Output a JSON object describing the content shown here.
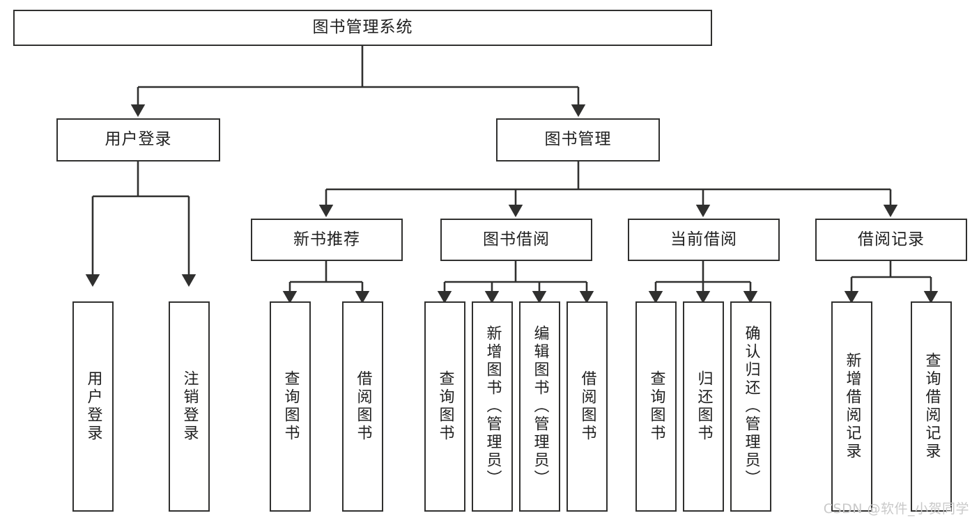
{
  "diagram": {
    "title": "图书管理系统",
    "type": "tree-hierarchy-diagram",
    "root": {
      "label": "图书管理系统"
    },
    "level2": [
      {
        "id": "user-login",
        "label": "用户登录"
      },
      {
        "id": "book-management",
        "label": "图书管理"
      }
    ],
    "level3": [
      {
        "id": "new-book-recommend",
        "label": "新书推荐",
        "parent": "book-management"
      },
      {
        "id": "book-borrow",
        "label": "图书借阅",
        "parent": "book-management"
      },
      {
        "id": "current-borrow",
        "label": "当前借阅",
        "parent": "book-management"
      },
      {
        "id": "borrow-record",
        "label": "借阅记录",
        "parent": "book-management"
      }
    ],
    "leaves": [
      {
        "id": "leaf-user-login",
        "label": "用户登录",
        "parent": "user-login"
      },
      {
        "id": "leaf-logout-login",
        "label": "注销登录",
        "parent": "user-login"
      },
      {
        "id": "leaf-query-book-1",
        "label": "查询图书",
        "parent": "new-book-recommend"
      },
      {
        "id": "leaf-borrow-book-1",
        "label": "借阅图书",
        "parent": "new-book-recommend"
      },
      {
        "id": "leaf-query-book-2",
        "label": "查询图书",
        "parent": "book-borrow"
      },
      {
        "id": "leaf-add-book",
        "label": "新增图书（管理员）",
        "parent": "book-borrow"
      },
      {
        "id": "leaf-edit-book",
        "label": "编辑图书（管理员）",
        "parent": "book-borrow"
      },
      {
        "id": "leaf-borrow-book-2",
        "label": "借阅图书",
        "parent": "book-borrow"
      },
      {
        "id": "leaf-query-book-3",
        "label": "查询图书",
        "parent": "current-borrow"
      },
      {
        "id": "leaf-return-book",
        "label": "归还图书",
        "parent": "current-borrow"
      },
      {
        "id": "leaf-confirm-return",
        "label": "确认归还（管理员）",
        "parent": "current-borrow"
      },
      {
        "id": "leaf-add-record",
        "label": "新增借阅记录",
        "parent": "borrow-record"
      },
      {
        "id": "leaf-query-record",
        "label": "查询借阅记录",
        "parent": "borrow-record"
      }
    ],
    "watermark": "CSDN @软件_小贺同学",
    "colors": {
      "stroke": "#30302f",
      "fill": "#ffffff",
      "text": "#1f1f1f",
      "watermark": "#c9c9c9"
    }
  }
}
